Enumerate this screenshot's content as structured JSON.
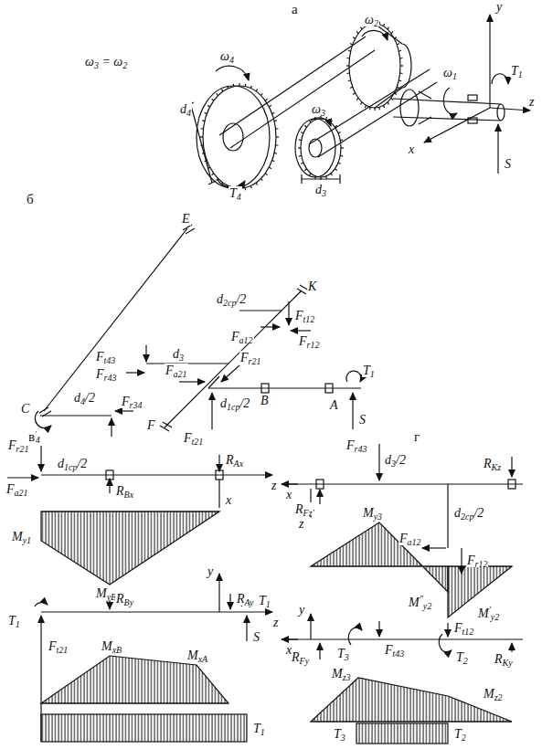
{
  "diagram": {
    "labels": [
      "а",
      "ω3 = ω2",
      "ω4",
      "ω2",
      "y",
      "T1",
      "ω1",
      "z",
      "x",
      "S",
      "d4",
      "T4",
      "ω3",
      "d3",
      "б",
      "E",
      "d2ср/2",
      "K",
      "Ft12",
      "Fr12",
      "Fa12",
      "Ft43",
      "d3",
      "Fr43",
      "d4/2",
      "Fr34",
      "C",
      "T4",
      "Fa21",
      "Fr21",
      "d1ср/2",
      "B",
      "A",
      "T1",
      "S",
      "Ft21",
      "F",
      "в",
      "Fr21",
      "Fa21",
      "d1ср/2",
      "RBx",
      "RAx",
      "z",
      "x",
      "My1",
      "MyB",
      "y",
      "RBy",
      "RAy",
      "T1",
      "T1",
      "S",
      "z",
      "Ft21",
      "MxB",
      "MxA",
      "T1",
      "г",
      "Fr43",
      "RFz",
      "d3/2",
      "RKz",
      "x",
      "z",
      "My3",
      "Fa12",
      "d2ср/2",
      "Fr12",
      "M″y2",
      "M′y2",
      "y",
      "RFy",
      "T3",
      "Ft43",
      "Ft12",
      "RKy",
      "x",
      "T2",
      "Mz3",
      "Mz2",
      "T3",
      "T2"
    ]
  }
}
